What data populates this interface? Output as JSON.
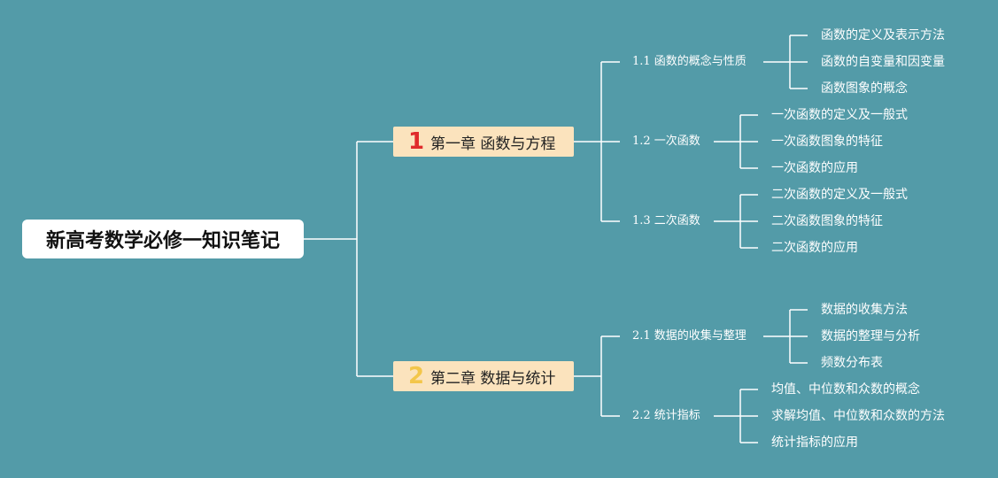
{
  "root": {
    "title": "新高考数学必修一知识笔记"
  },
  "colors": {
    "background": "#539ba8",
    "chapter_fill": "#fbe3bd",
    "chapter1_number": "#e02b2b",
    "chapter2_number": "#f3c64a",
    "line": "#ffffff"
  },
  "chapters": [
    {
      "number": "1",
      "title": "第一章 函数与方程",
      "sections": [
        {
          "label": "1.1 函数的概念与性质",
          "items": [
            "函数的定义及表示方法",
            "函数的自变量和因变量",
            "函数图象的概念"
          ]
        },
        {
          "label": "1.2 一次函数",
          "items": [
            "一次函数的定义及一般式",
            "一次函数图象的特征",
            "一次函数的应用"
          ]
        },
        {
          "label": "1.3 二次函数",
          "items": [
            "二次函数的定义及一般式",
            "二次函数图象的特征",
            "二次函数的应用"
          ]
        }
      ]
    },
    {
      "number": "2",
      "title": "第二章 数据与统计",
      "sections": [
        {
          "label": "2.1 数据的收集与整理",
          "items": [
            "数据的收集方法",
            "数据的整理与分析",
            "频数分布表"
          ]
        },
        {
          "label": "2.2 统计指标",
          "items": [
            "均值、中位数和众数的概念",
            "求解均值、中位数和众数的方法",
            "统计指标的应用"
          ]
        }
      ]
    }
  ]
}
